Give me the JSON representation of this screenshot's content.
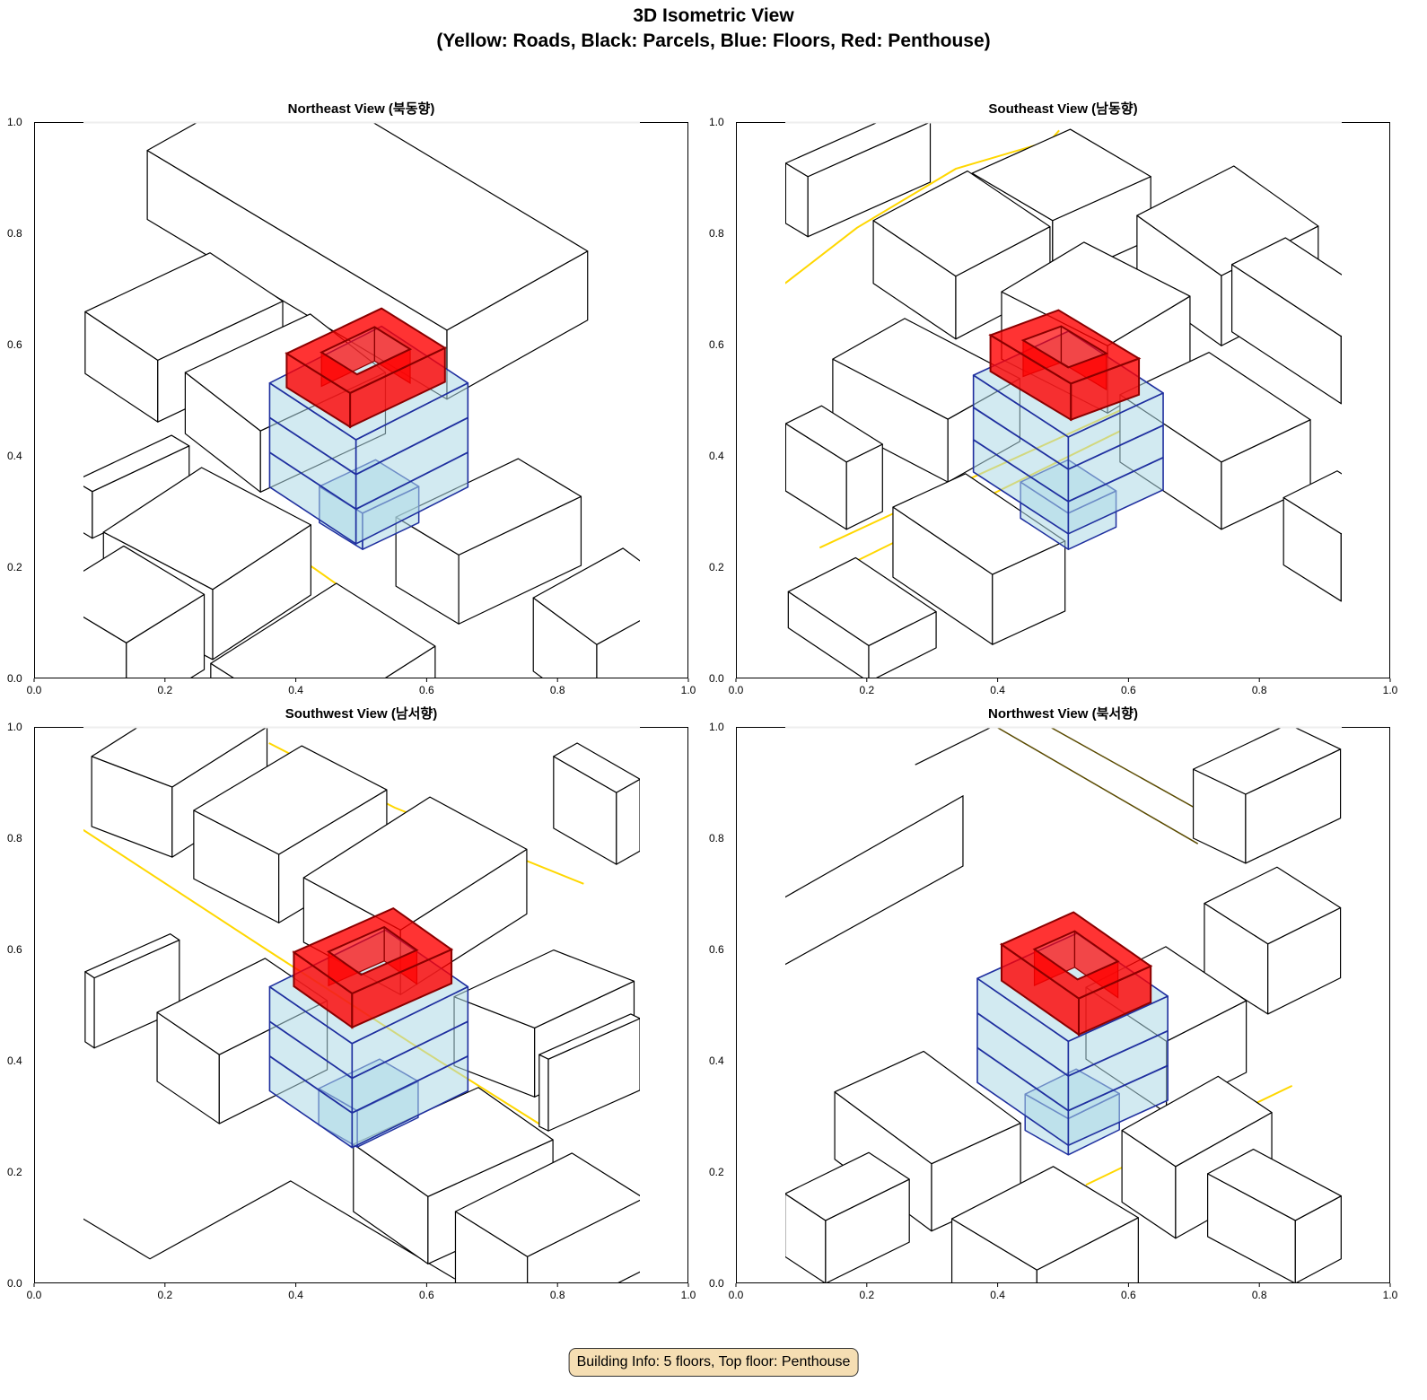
{
  "figure": {
    "title_line1": "3D Isometric View",
    "title_line2": "(Yellow: Roads, Black: Parcels, Blue: Floors, Red: Penthouse)",
    "footer": "Building Info: 5 floors, Top floor: Penthouse",
    "colors": {
      "road": "#ffd700",
      "parcel": "#000000",
      "floor_fill": "#add8e6",
      "floor_edge": "#1f2f9f",
      "penthouse_fill": "#ff0000",
      "penthouse_edge": "#8b0000"
    }
  },
  "chart_data": [
    {
      "type": "diagram",
      "title": "Northeast View (북동향)",
      "xlim": [
        0,
        1
      ],
      "ylim": [
        0,
        1
      ],
      "xticks": [
        "0.0",
        "0.2",
        "0.4",
        "0.6",
        "0.8",
        "1.0"
      ],
      "yticks": [
        "0.0",
        "0.2",
        "0.4",
        "0.6",
        "0.8",
        "1.0"
      ],
      "roads": [
        [
          [
            0.239,
            0.345
          ],
          [
            0.428,
            0.198
          ],
          [
            0.613,
            0.045
          ]
        ]
      ],
      "lines": [],
      "parcels": [
        [
          0.631,
          0.502,
          -0.458,
          0.323,
          0.215,
          0.142,
          0.124
        ],
        [
          0.189,
          0.461,
          -0.111,
          0.087,
          0.191,
          0.106,
          0.111
        ],
        [
          0.346,
          0.335,
          -0.115,
          0.105,
          0.191,
          0.105,
          0.11
        ],
        [
          0.649,
          0.098,
          -0.096,
          0.068,
          0.187,
          0.105,
          0.124
        ],
        [
          0.273,
          0.034,
          -0.167,
          0.103,
          0.15,
          0.116,
          0.126
        ],
        [
          0.141,
          -0.071,
          -0.123,
          0.087,
          0.119,
          0.087,
          0.135
        ],
        [
          0.421,
          -0.215,
          -0.151,
          0.113,
          0.192,
          0.144,
          0.129
        ],
        [
          0.86,
          -0.071,
          -0.097,
          0.084,
          0.137,
          0.089,
          0.132
        ],
        [
          0.089,
          0.252,
          -0.027,
          0.019,
          0.148,
          0.082,
          0.084
        ]
      ],
      "building": {
        "floors_box": [
          0.492,
          0.242,
          -0.132,
          0.102,
          0.171,
          0.102,
          0.187
        ],
        "floor_count": 3,
        "ground_box": [
          0.502,
          0.232,
          -0.066,
          0.048,
          0.086,
          0.048,
          0.065
        ],
        "penthouse": [
          0.483,
          0.452,
          -0.097,
          0.071,
          0.145,
          0.081,
          0.061
        ]
      }
    },
    {
      "type": "diagram",
      "title": "Southeast View (남동향)",
      "xlim": [
        0,
        1
      ],
      "ylim": [
        0,
        1
      ],
      "xticks": [
        "0.0",
        "0.2",
        "0.4",
        "0.6",
        "0.8",
        "1.0"
      ],
      "yticks": [
        "0.0",
        "0.2",
        "0.4",
        "0.6",
        "0.8",
        "1.0"
      ],
      "roads": [
        [
          [
            0.075,
            0.71
          ],
          [
            0.185,
            0.81
          ],
          [
            0.336,
            0.916
          ],
          [
            0.48,
            0.966
          ],
          [
            0.494,
            0.985
          ]
        ],
        [
          [
            0.128,
            0.235
          ],
          [
            0.247,
            0.3
          ],
          [
            0.7,
            0.542
          ]
        ],
        [
          [
            0.165,
            0.2
          ],
          [
            0.7,
            0.51
          ]
        ],
        [
          [
            0.85,
            0.679
          ],
          [
            0.925,
            0.711
          ]
        ]
      ],
      "lines": [],
      "parcels": [
        [
          0.336,
          0.61,
          -0.126,
          0.1,
          0.144,
          0.089,
          0.113
        ],
        [
          0.484,
          0.71,
          -0.123,
          0.085,
          0.15,
          0.079,
          0.113
        ],
        [
          0.742,
          0.598,
          -0.129,
          0.108,
          0.148,
          0.089,
          0.126
        ],
        [
          0.568,
          0.477,
          -0.162,
          0.097,
          0.126,
          0.089,
          0.121
        ],
        [
          0.324,
          0.353,
          -0.176,
          0.108,
          0.11,
          0.073,
          0.113
        ],
        [
          0.742,
          0.268,
          -0.155,
          0.121,
          0.136,
          0.076,
          0.121
        ],
        [
          0.392,
          0.061,
          -0.152,
          0.121,
          0.111,
          0.06,
          0.126
        ],
        [
          0.203,
          -0.006,
          -0.123,
          0.097,
          0.103,
          0.061,
          0.065
        ],
        [
          0.925,
          0.494,
          -0.167,
          0.129,
          0.082,
          0.048,
          0.121
        ],
        [
          0.925,
          0.139,
          -0.088,
          0.065,
          0.082,
          0.048,
          0.121
        ],
        [
          0.169,
          0.268,
          -0.093,
          0.069,
          0.055,
          0.032,
          0.121
        ],
        [
          0.11,
          0.794,
          -0.034,
          0.024,
          0.187,
          0.098,
          0.108
        ]
      ],
      "building": {
        "floors_box": [
          0.508,
          0.26,
          -0.145,
          0.111,
          0.145,
          0.079,
          0.174
        ],
        "floor_count": 3,
        "ground_box": [
          0.508,
          0.232,
          -0.073,
          0.056,
          0.073,
          0.04,
          0.065
        ],
        "penthouse": [
          0.512,
          0.465,
          -0.123,
          0.087,
          0.104,
          0.045,
          0.065
        ]
      }
    },
    {
      "type": "diagram",
      "title": "Southwest View (남서향)",
      "xlim": [
        0,
        1
      ],
      "ylim": [
        0,
        1
      ],
      "xticks": [
        "0.0",
        "0.2",
        "0.4",
        "0.6",
        "0.8",
        "1.0"
      ],
      "yticks": [
        "0.0",
        "0.2",
        "0.4",
        "0.6",
        "0.8",
        "1.0"
      ],
      "roads": [
        [
          [
            0.075,
            0.815
          ],
          [
            0.359,
            0.597
          ],
          [
            0.593,
            0.419
          ],
          [
            0.785,
            0.277
          ]
        ],
        [
          [
            0.359,
            0.971
          ],
          [
            0.551,
            0.855
          ],
          [
            0.84,
            0.718
          ]
        ]
      ],
      "lines": [
        [
          [
            0.075,
            0.116
          ],
          [
            0.177,
            0.044
          ],
          [
            0.392,
            0.184
          ],
          [
            0.643,
            0.008
          ]
        ]
      ],
      "parcels": [
        [
          0.374,
          0.648,
          -0.13,
          0.079,
          0.165,
          0.116,
          0.123
        ],
        [
          0.56,
          0.519,
          -0.148,
          0.094,
          0.193,
          0.145,
          0.116
        ],
        [
          0.283,
          0.287,
          -0.095,
          0.076,
          0.165,
          0.097,
          0.124
        ],
        [
          0.602,
          0.035,
          -0.114,
          0.094,
          0.191,
          0.102,
          0.121
        ],
        [
          0.754,
          -0.081,
          -0.11,
          0.081,
          0.178,
          0.105,
          0.129
        ],
        [
          0.211,
          0.766,
          -0.123,
          0.055,
          0.145,
          0.108,
          0.126
        ],
        [
          0.092,
          0.423,
          -0.014,
          0.011,
          0.13,
          0.068,
          0.126
        ],
        [
          0.765,
          0.335,
          -0.123,
          0.056,
          0.152,
          0.084,
          0.124
        ],
        [
          0.89,
          0.753,
          -0.096,
          0.065,
          0.036,
          0.024,
          0.129
        ],
        [
          0.786,
          0.274,
          -0.014,
          0.008,
          0.14,
          0.073,
          0.129
        ]
      ],
      "building": {
        "floors_box": [
          0.486,
          0.244,
          -0.126,
          0.102,
          0.177,
          0.102,
          0.187
        ],
        "floor_count": 3,
        "ground_box": [
          0.494,
          0.245,
          -0.059,
          0.04,
          0.093,
          0.053,
          0.065
        ],
        "penthouse": [
          0.486,
          0.46,
          -0.089,
          0.074,
          0.152,
          0.079,
          0.061
        ]
      }
    },
    {
      "type": "diagram",
      "title": "Northwest View (북서향)",
      "xlim": [
        0,
        1
      ],
      "ylim": [
        0,
        1
      ],
      "xticks": [
        "0.0",
        "0.2",
        "0.4",
        "0.6",
        "0.8",
        "1.0"
      ],
      "yticks": [
        "0.0",
        "0.2",
        "0.4",
        "0.6",
        "0.8",
        "1.0"
      ],
      "roads": [
        [
          [
            0.535,
            0.177
          ],
          [
            0.85,
            0.355
          ]
        ]
      ],
      "dark_roads": [
        [
          [
            0.398,
            1.0
          ],
          [
            0.706,
            0.79
          ]
        ],
        [
          [
            0.48,
            1.0
          ],
          [
            0.713,
            0.847
          ]
        ]
      ],
      "lines": [
        [
          [
            0.075,
            0.694
          ],
          [
            0.347,
            0.876
          ],
          [
            0.347,
            0.75
          ],
          [
            0.075,
            0.573
          ]
        ],
        [
          [
            0.274,
            0.932
          ],
          [
            0.391,
            1.0
          ]
        ]
      ],
      "parcels": [
        [
          0.299,
          0.094,
          -0.148,
          0.129,
          0.136,
          0.073,
          0.121
        ],
        [
          0.46,
          -0.097,
          -0.13,
          0.092,
          0.155,
          0.094,
          0.121
        ],
        [
          0.658,
          0.306,
          -0.123,
          0.097,
          0.122,
          0.073,
          0.129
        ],
        [
          0.813,
          0.484,
          -0.097,
          0.073,
          0.111,
          0.065,
          0.126
        ],
        [
          0.779,
          0.755,
          -0.08,
          0.045,
          0.145,
          0.081,
          0.124
        ],
        [
          0.672,
          0.081,
          -0.082,
          0.065,
          0.147,
          0.097,
          0.129
        ],
        [
          0.855,
          0.0,
          -0.134,
          0.084,
          0.07,
          0.044,
          0.113
        ],
        [
          0.137,
          0.0,
          -0.062,
          0.048,
          0.128,
          0.074,
          0.113
        ]
      ],
      "building": {
        "floors_box": [
          0.508,
          0.248,
          -0.139,
          0.113,
          0.152,
          0.081,
          0.187
        ],
        "floor_count": 3,
        "ground_box": [
          0.508,
          0.231,
          -0.066,
          0.044,
          0.078,
          0.045,
          0.065
        ],
        "penthouse": [
          0.524,
          0.447,
          -0.118,
          0.097,
          0.11,
          0.058,
          0.065
        ]
      }
    }
  ]
}
